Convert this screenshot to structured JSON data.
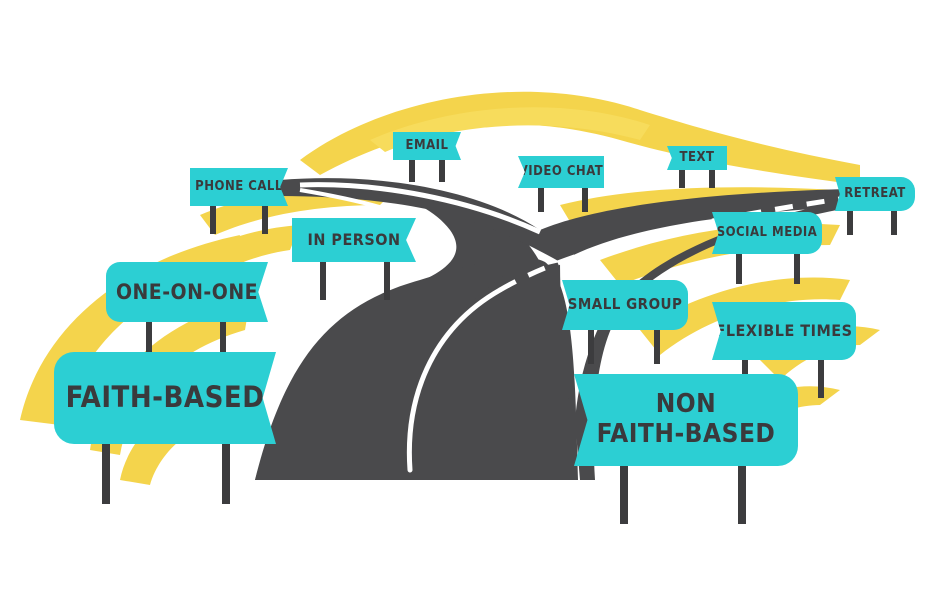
{
  "colors": {
    "sign": "#2ccfd3",
    "road": "#4a4a4c",
    "field": "#f4d44c",
    "post": "#3c3c3e",
    "text": "#3a3a3c"
  },
  "signs": {
    "email": "EMAIL",
    "text": "TEXT",
    "phone_call": "PHONE CALL",
    "video_chat": "VIDEO CHAT",
    "retreat": "RETREAT",
    "in_person": "IN PERSON",
    "social_media": "SOCIAL MEDIA",
    "one_on_one": "ONE-ON-ONE",
    "small_group": "SMALL GROUP",
    "flexible_times": "FLEXIBLE TIMES",
    "faith_based": "FAITH-BASED",
    "non_faith_based_line1": "NON",
    "non_faith_based_line2": "FAITH-BASED"
  }
}
